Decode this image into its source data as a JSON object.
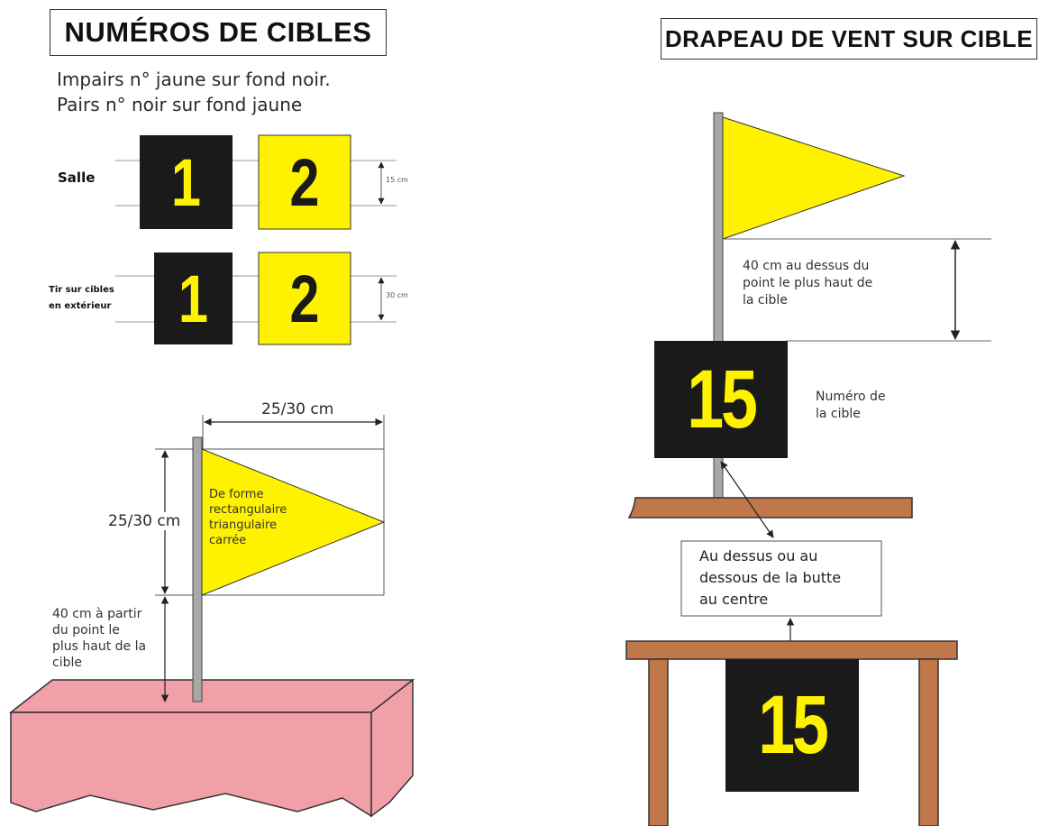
{
  "left": {
    "title": "NUMÉROS DE CIBLES",
    "intro_line1": "Impairs n° jaune sur fond noir.",
    "intro_line2": "Pairs n° noir sur fond jaune",
    "row1_label": "Salle",
    "row1_dim": "15 cm",
    "row2_label_line1": "Tir sur cibles",
    "row2_label_line2": "en extérieur",
    "row2_dim": "30 cm",
    "odd_number": "1",
    "even_number": "2",
    "flag_width": "25/30 cm",
    "flag_height": "25/30 cm",
    "flag_shape_text": "De forme\nrectangulaire\ntriangulaire\ncarrée",
    "height_note": "40 cm à partir\ndu point le\nplus haut de la\ncible"
  },
  "right": {
    "title": "DRAPEAU DE VENT SUR CIBLE",
    "height_note": "40 cm au dessus du\npoint le plus haut de\nla cible",
    "target_number": "15",
    "target_number_label": "Numéro de\nla cible",
    "position_note": "Au dessus ou au\ndessous de la butte\nau centre",
    "lower_target_number": "15"
  },
  "colors": {
    "yellow": "#fff200",
    "black": "#1a1a1a",
    "wood": "#c0784a",
    "butte": "#f2a0a8",
    "pole": "#a8a8a8"
  }
}
